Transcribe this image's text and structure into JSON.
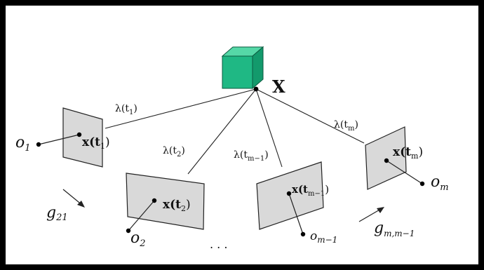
{
  "colors": {
    "frame": "#000000",
    "background": "#ffffff",
    "image_plane_fill": "#d9d9d9",
    "image_plane_stroke": "#222222",
    "cube_front": "#1fb884",
    "cube_top": "#55d8a7",
    "cube_side": "#139a6c",
    "line": "#222222"
  },
  "point": {
    "label": "X"
  },
  "cameras": [
    {
      "origin_label": "o",
      "origin_sub": "1",
      "image_point_label": "x(t",
      "image_point_sub": "1",
      "image_point_close": ")",
      "ray_label": "λ(t",
      "ray_sub": "1",
      "ray_close": ")"
    },
    {
      "origin_label": "o",
      "origin_sub": "2",
      "image_point_label": "x(t",
      "image_point_sub": "2",
      "image_point_close": ")",
      "ray_label": "λ(t",
      "ray_sub": "2",
      "ray_close": ")"
    },
    {
      "origin_label": "o",
      "origin_sub": "m−1",
      "image_point_label": "x(t",
      "image_point_sub": "m−1",
      "image_point_close": ")",
      "ray_label": "λ(t",
      "ray_sub": "m−1",
      "ray_close": ")"
    },
    {
      "origin_label": "o",
      "origin_sub": "m",
      "image_point_label": "x(t",
      "image_point_sub": "m",
      "image_point_close": ")",
      "ray_label": "λ(t",
      "ray_sub": "m",
      "ray_close": ")"
    }
  ],
  "motions": [
    {
      "label": "g",
      "sub": "21"
    },
    {
      "label": "g",
      "sub": "m,m−1"
    }
  ],
  "ellipsis": ". . ."
}
